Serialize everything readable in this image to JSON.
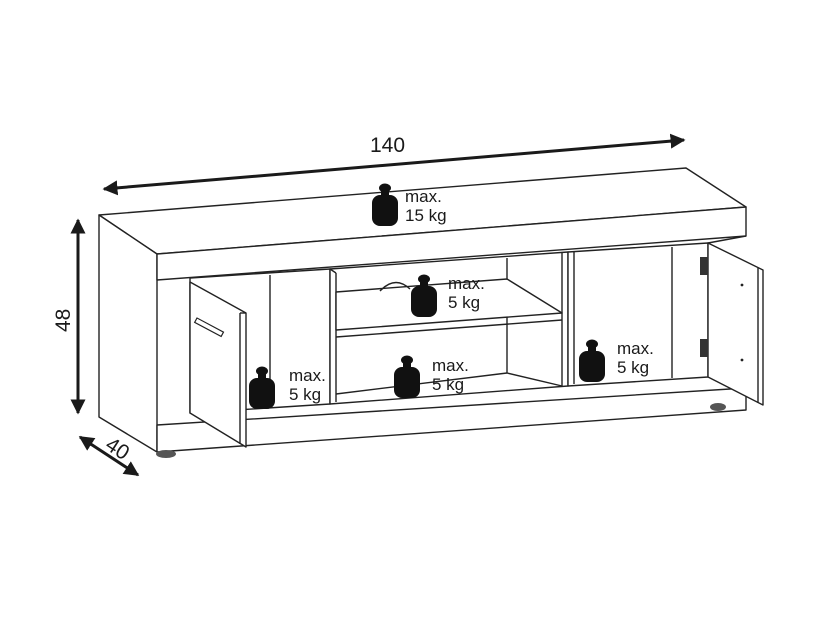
{
  "dimensions": {
    "width": "140",
    "height": "48",
    "depth": "40"
  },
  "loads": [
    {
      "id": "top",
      "line1": "max.",
      "line2": "15 kg"
    },
    {
      "id": "center-upper-shelf",
      "line1": "max.",
      "line2": "5 kg"
    },
    {
      "id": "center-bottom",
      "line1": "max.",
      "line2": "5 kg"
    },
    {
      "id": "left-compartment",
      "line1": "max.",
      "line2": "5 kg"
    },
    {
      "id": "right-compartment",
      "line1": "max.",
      "line2": "5 kg"
    }
  ],
  "colors": {
    "line": "#222222",
    "weight": "#111111",
    "background": "#ffffff"
  }
}
